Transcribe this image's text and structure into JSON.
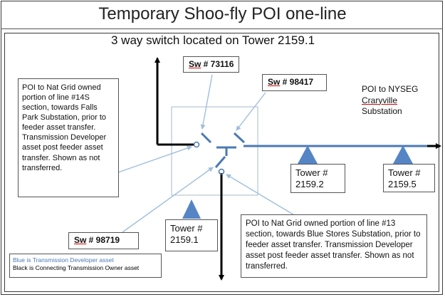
{
  "title": "Temporary Shoo-fly POI one-line",
  "subtitle": "3 way switch located on Tower 2159.1",
  "switch_labels": {
    "sw_73116": {
      "prefix": "Sw",
      "rest": " # 73116"
    },
    "sw_98417": {
      "prefix": "Sw",
      "rest": " # 98417"
    },
    "sw_98719": {
      "prefix": "Sw",
      "rest": " # 98719"
    }
  },
  "towers": {
    "t2159_2": {
      "line1": "Tower #",
      "line2": "2159.2"
    },
    "t2159_5": {
      "line1": "Tower #",
      "line2": "2159.5"
    },
    "t2159_1": {
      "line1": "Tower #",
      "line2": "2159.1"
    }
  },
  "poi_nyseg": {
    "line1": "POI to NYSEG",
    "line2": "Craryville",
    "line3": "Substation"
  },
  "callout_line14s": "POI to Nat Grid owned portion of line #14S section, towards Falls Park Substation, prior to feeder asset transfer. Transmission Developer asset post feeder asset transfer. Shown as not transferred.",
  "callout_line13": "POI to Nat Grid owned portion of line #13 section, towards Blue Stores Substation, prior to feeder asset transfer. Transmission Developer asset post feeder asset transfer. Shown as not transferred.",
  "legend": {
    "blue": "Blue is Transmission Developer asset",
    "black": "Black is Connecting Transmission Owner asset"
  },
  "colors": {
    "developer_blue": "#4a7ab5",
    "owner_black": "#000000",
    "tower_blue": "#5585c5",
    "callout_arrow": "#9fbedc",
    "switch_box": "#aab8c8",
    "spellcheck_red": "#dd0000"
  }
}
